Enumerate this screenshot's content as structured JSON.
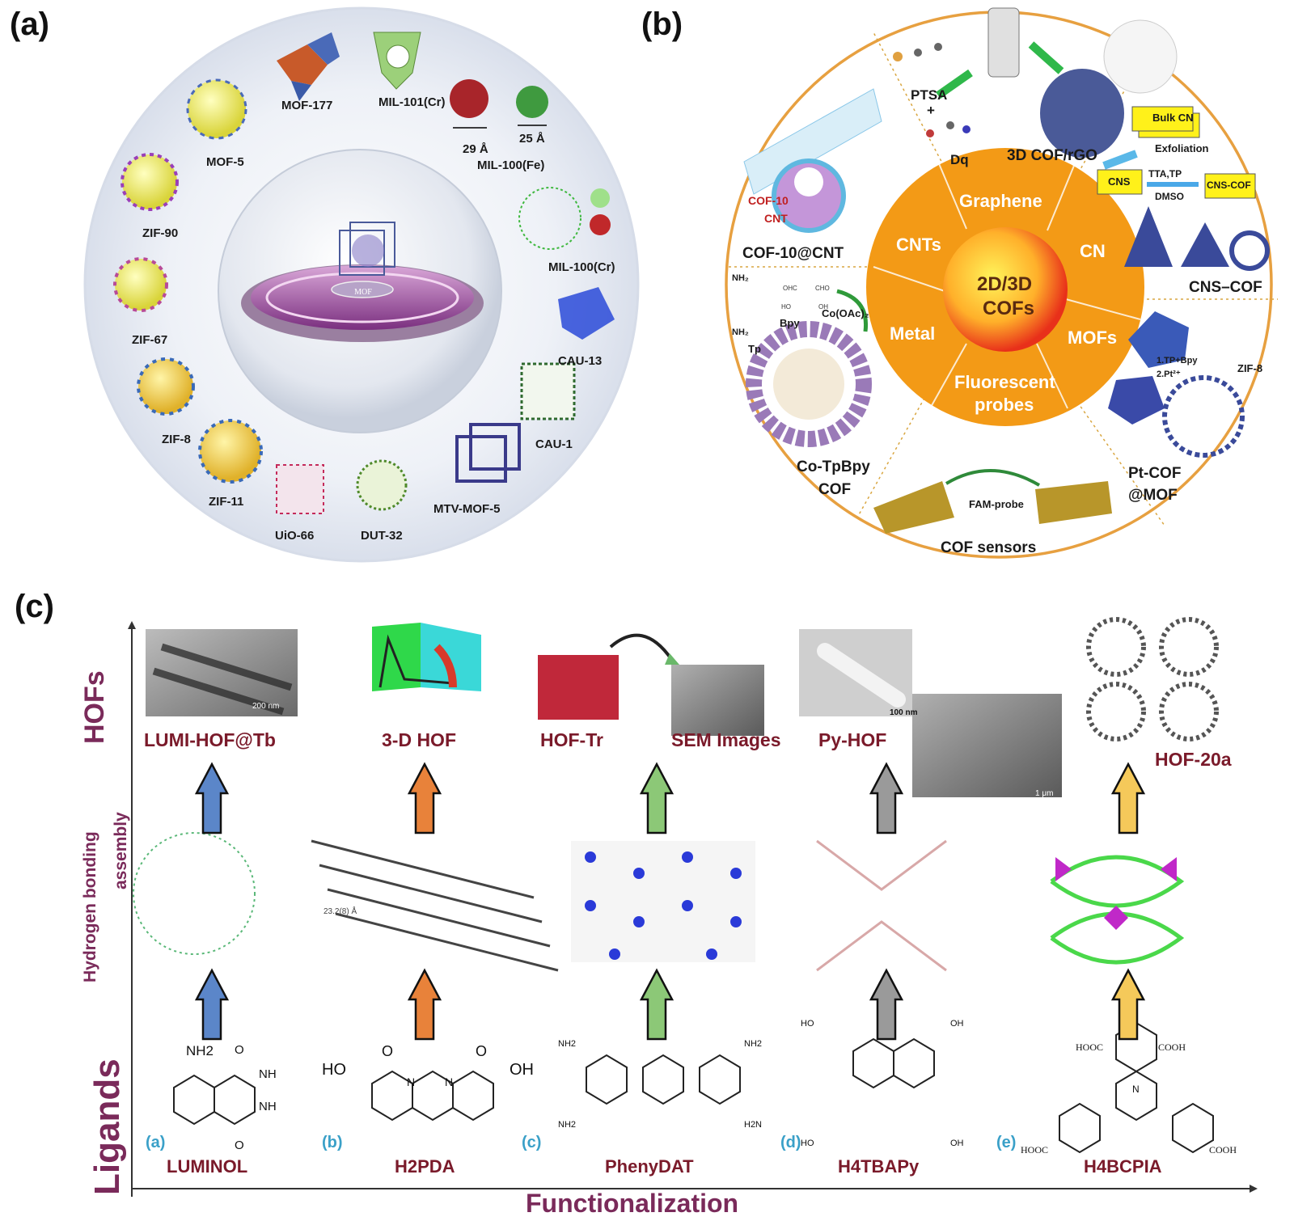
{
  "panel_a": {
    "letter": "(a)",
    "center_label": "MOF",
    "structures": [
      {
        "name": "MOF-177"
      },
      {
        "name": "MIL-101(Cr)"
      },
      {
        "name": "MOF-5"
      },
      {
        "name": "ZIF-90"
      },
      {
        "name": "ZIF-67"
      },
      {
        "name": "ZIF-8"
      },
      {
        "name": "ZIF-11"
      },
      {
        "name": "UiO-66"
      },
      {
        "name": "DUT-32"
      },
      {
        "name": "MTV-MOF-5"
      },
      {
        "name": "CAU-1"
      },
      {
        "name": "CAU-13"
      },
      {
        "name": "MIL-100(Cr)"
      },
      {
        "name": "MIL-100(Fe)"
      }
    ],
    "dim_29": "29 Å",
    "dim_25": "25 Å"
  },
  "panel_b": {
    "letter": "(b)",
    "core": "2D/3D\nCOFs",
    "core_line1": "2D/3D",
    "core_line2": "COFs",
    "ring": [
      "Graphene",
      "CN",
      "MOFs",
      "Fluorescent probes",
      "Metal",
      "CNTs"
    ],
    "ring_fluor1": "Fluorescent",
    "ring_fluor2": "probes",
    "outer": {
      "ptsa": "PTSA",
      "plus": "+",
      "dq": "Dq",
      "cof_rgo": "3D COF/rGO",
      "bulk_cn": "Bulk CN",
      "exfoliation": "Exfoliation",
      "cns": "CNS",
      "tta_tp": "TTA,TP",
      "dmso": "DMSO",
      "cns_cof_box": "CNS-COF",
      "cns_cof": "CNS–COF",
      "cof10": "COF-10",
      "cnt": "CNT",
      "cof10_cnt": "COF-10@CNT",
      "tp": "Tp",
      "bpy": "Bpy",
      "coac": "Co(OAc)₂",
      "nh2": "NH₂",
      "co_tpbpy_1": "Co-TpBpy",
      "co_tpbpy_2": "COF",
      "zif8": "ZIF-8",
      "step1": "1.TP+Bpy",
      "step2": "2.Pt²⁺",
      "pt_cof_1": "Pt-COF",
      "pt_cof_2": "@MOF",
      "fam": "FAM-probe",
      "cof_sensors": "COF sensors",
      "cho": "CHO",
      "ohc": "OHC",
      "ho": "HO",
      "oh": "OH"
    }
  },
  "panel_c": {
    "letter": "(c)",
    "y_axis": {
      "hofs": "HOFs",
      "hb1": "Hydrogen bonding",
      "hb2": "assembly",
      "ligands": "Ligands"
    },
    "x_axis": "Functionalization",
    "hof_labels": [
      "LUMI-HOF@Tb",
      "3-D HOF",
      "HOF-Tr",
      "SEM Images",
      "Py-HOF",
      "HOF-20a"
    ],
    "ligand_labels": [
      "LUMINOL",
      "H2PDA",
      "PhenyDAT",
      "H4TBAPy",
      "H4BCPIA"
    ],
    "sub_labels": [
      "(a)",
      "(b)",
      "(c)",
      "(d)",
      "(e)"
    ],
    "scale_200": "200 nm",
    "scale_100": "100 nm",
    "scale_1um": "1 μm",
    "dist_label": "23.2(8) Å",
    "chem": {
      "nh2": "NH2",
      "o": "O",
      "nh": "NH",
      "ho": "HO",
      "oh": "OH",
      "n": "N",
      "h2n": "H2N",
      "hooc": "HOOC",
      "cooh": "COOH"
    },
    "arrow_colors": {
      "blue": "#5b86c9",
      "orange": "#e8823a",
      "green": "#8cc877",
      "gray": "#9a9a9a",
      "yellow": "#f5c95a"
    }
  }
}
